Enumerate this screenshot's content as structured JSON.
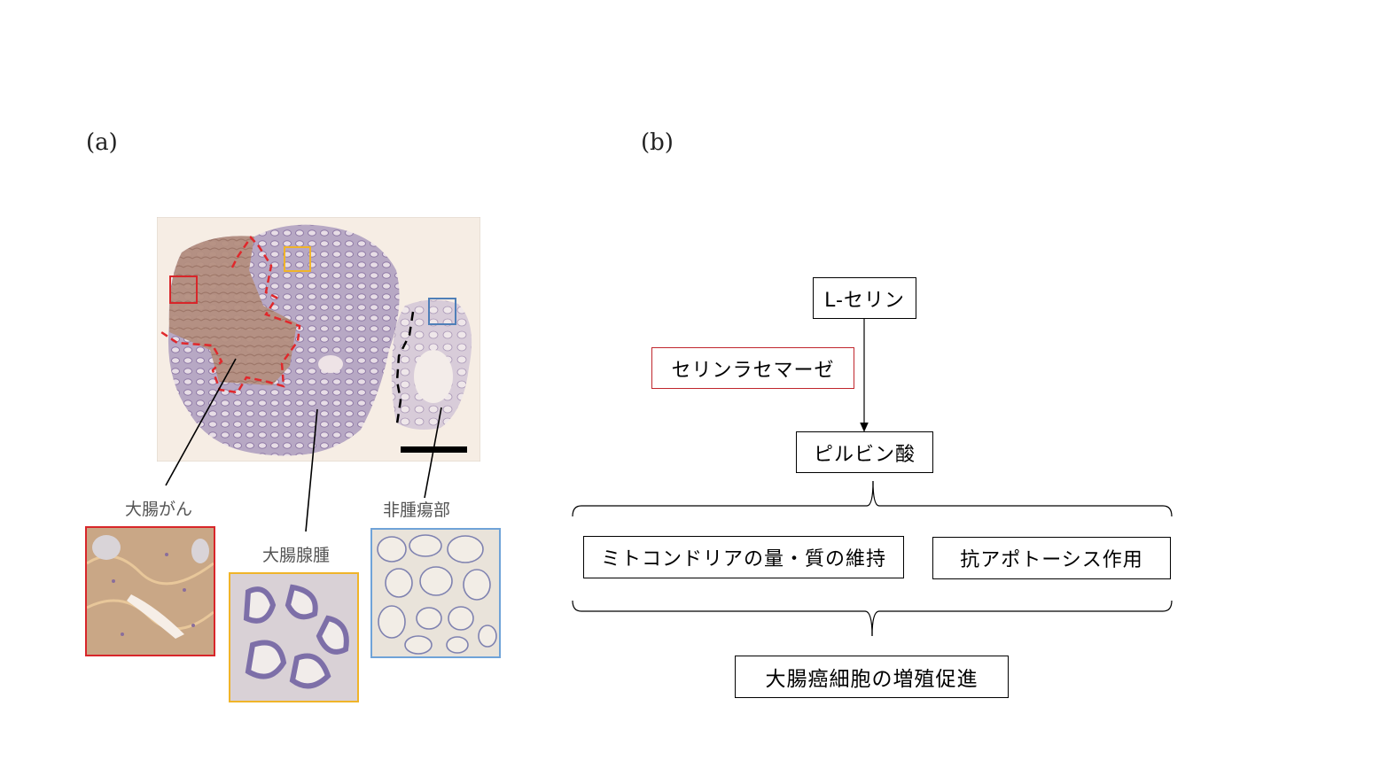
{
  "panels": {
    "a": {
      "label": "(a)",
      "regions": {
        "cancer": "大腸がん",
        "adenoma": "大腸腺腫",
        "normal": "非腫瘍部"
      },
      "colors": {
        "cancer": "#d8262a",
        "adenoma": "#f0b429",
        "normal": "#6fa3d8"
      }
    },
    "b": {
      "label": "(b)",
      "nodes": {
        "lserine": "L-セリン",
        "enzyme": "セリンラセマーゼ",
        "pyruvate": "ピルビン酸",
        "mito": "ミトコンドリアの量・質の維持",
        "antiapop": "抗アポトーシス作用",
        "prolif": "大腸癌細胞の増殖促進"
      },
      "colors": {
        "enzyme_border": "#c0262d"
      }
    }
  }
}
